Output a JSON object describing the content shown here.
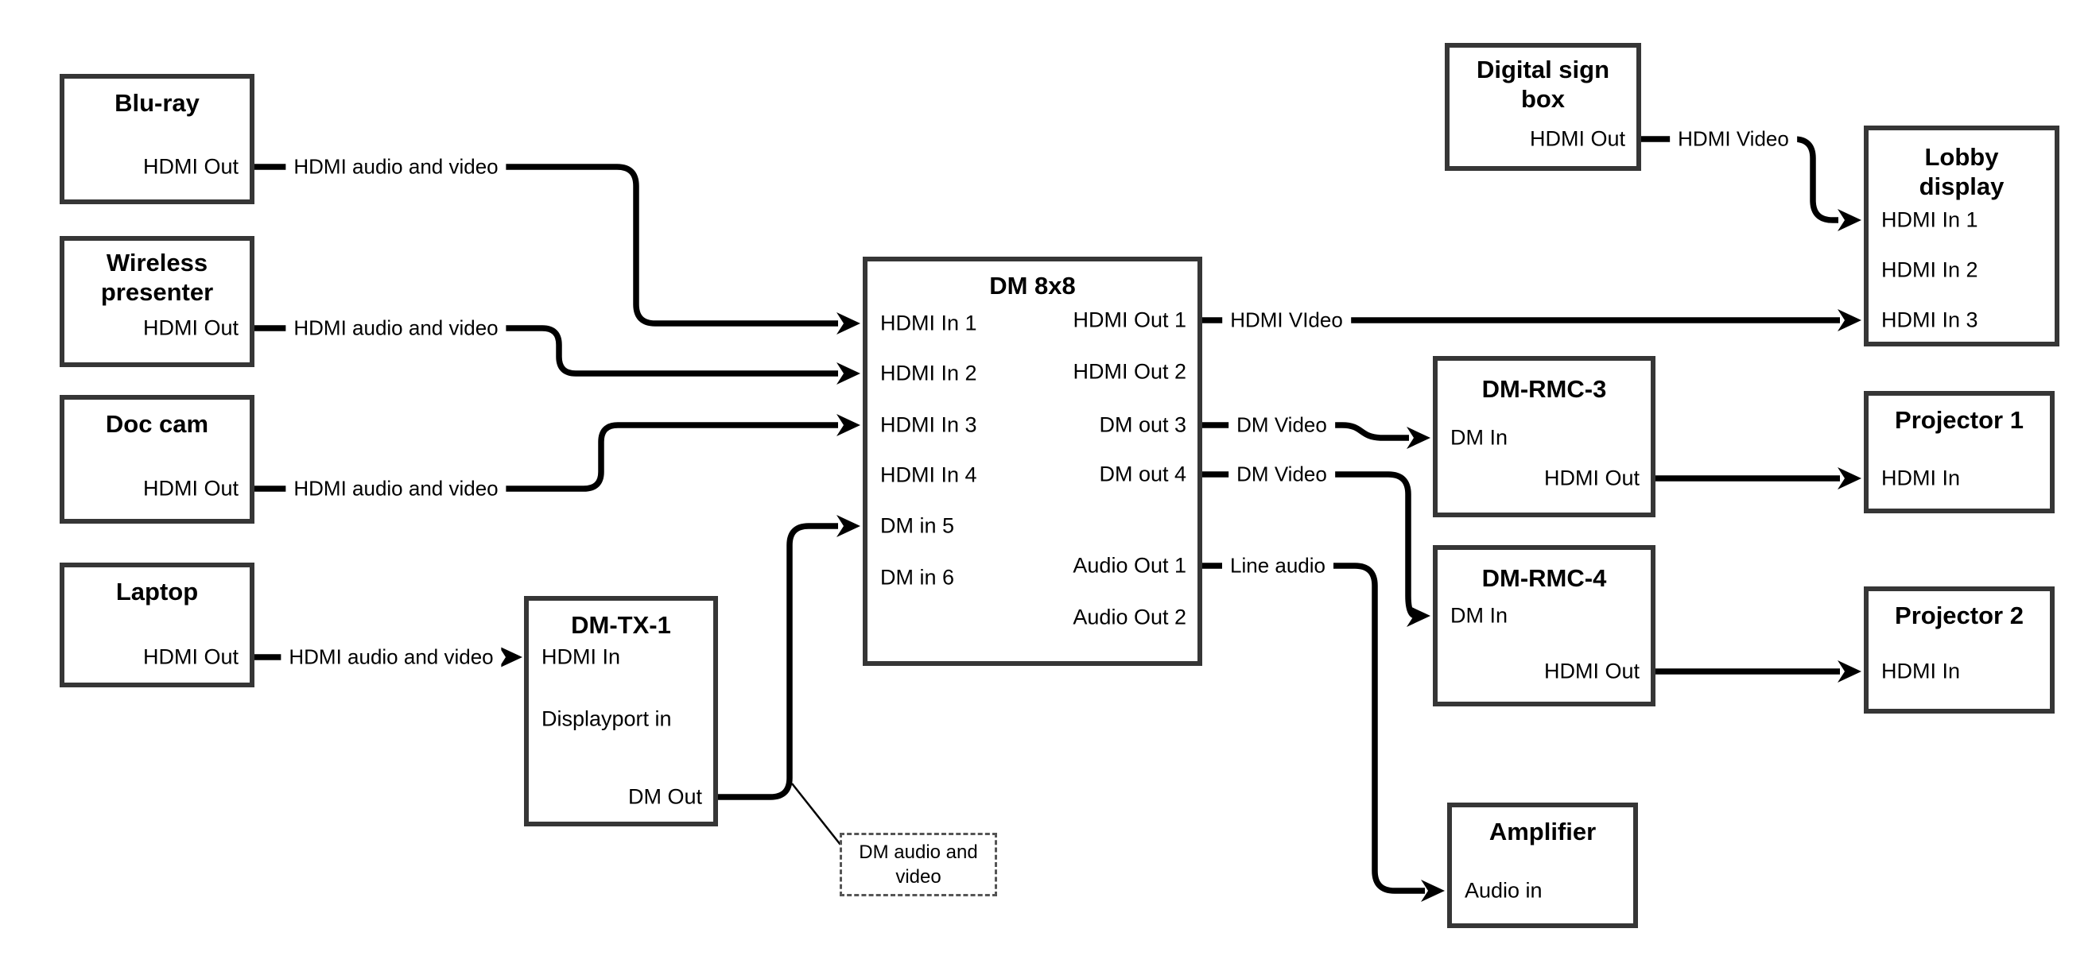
{
  "colors": {
    "background": "#ffffff",
    "line": "#000000",
    "box_border": "#363636",
    "text": "#000000"
  },
  "boxes": {
    "bluray": {
      "title": "Blu-ray",
      "ports": {
        "hdmi_out": "HDMI Out"
      }
    },
    "wireless": {
      "title": "Wireless presenter",
      "ports": {
        "hdmi_out": "HDMI Out"
      }
    },
    "doccam": {
      "title": "Doc cam",
      "ports": {
        "hdmi_out": "HDMI Out"
      }
    },
    "laptop": {
      "title": "Laptop",
      "ports": {
        "hdmi_out": "HDMI Out"
      }
    },
    "dmtx1": {
      "title": "DM-TX-1",
      "ports": {
        "hdmi_in": "HDMI In",
        "displayport_in": "Displayport in",
        "dm_out": "DM Out"
      }
    },
    "dm8x8": {
      "title": "DM 8x8",
      "ports": {
        "in1": "HDMI In 1",
        "in2": "HDMI In 2",
        "in3": "HDMI In 3",
        "in4": "HDMI In 4",
        "in5": "DM in 5",
        "in6": "DM in 6",
        "out1": "HDMI Out 1",
        "out2": "HDMI Out 2",
        "out3": "DM out 3",
        "out4": "DM out 4",
        "audio1": "Audio Out 1",
        "audio2": "Audio Out 2"
      }
    },
    "digitalsign": {
      "title": "Digital sign box",
      "ports": {
        "hdmi_out": "HDMI Out"
      }
    },
    "lobby": {
      "title": "Lobby display",
      "ports": {
        "in1": "HDMI In 1",
        "in2": "HDMI In 2",
        "in3": "HDMI In 3"
      }
    },
    "dmrmc3": {
      "title": "DM-RMC-3",
      "ports": {
        "dm_in": "DM In",
        "hdmi_out": "HDMI Out"
      }
    },
    "proj1": {
      "title": "Projector 1",
      "ports": {
        "hdmi_in": "HDMI In"
      }
    },
    "dmrmc4": {
      "title": "DM-RMC-4",
      "ports": {
        "dm_in": "DM In",
        "hdmi_out": "HDMI Out"
      }
    },
    "proj2": {
      "title": "Projector 2",
      "ports": {
        "hdmi_in": "HDMI In"
      }
    },
    "amplifier": {
      "title": "Amplifier",
      "ports": {
        "audio_in": "Audio in"
      }
    }
  },
  "edge_labels": {
    "bluray_to_dm8x8": "HDMI audio and video",
    "wireless_to_dm8x8": "HDMI audio and video",
    "doccam_to_dm8x8": "HDMI audio and video",
    "laptop_to_dmtx1": "HDMI audio and video",
    "dm8x8_to_lobby": "HDMI VIdeo",
    "dm8x8_to_dmrmc3": "DM Video",
    "dm8x8_to_dmrmc4": "DM Video",
    "dm8x8_to_amplifier": "Line audio",
    "digitalsign_to_lobby": "HDMI Video"
  },
  "note": {
    "text": "DM audio and video"
  }
}
